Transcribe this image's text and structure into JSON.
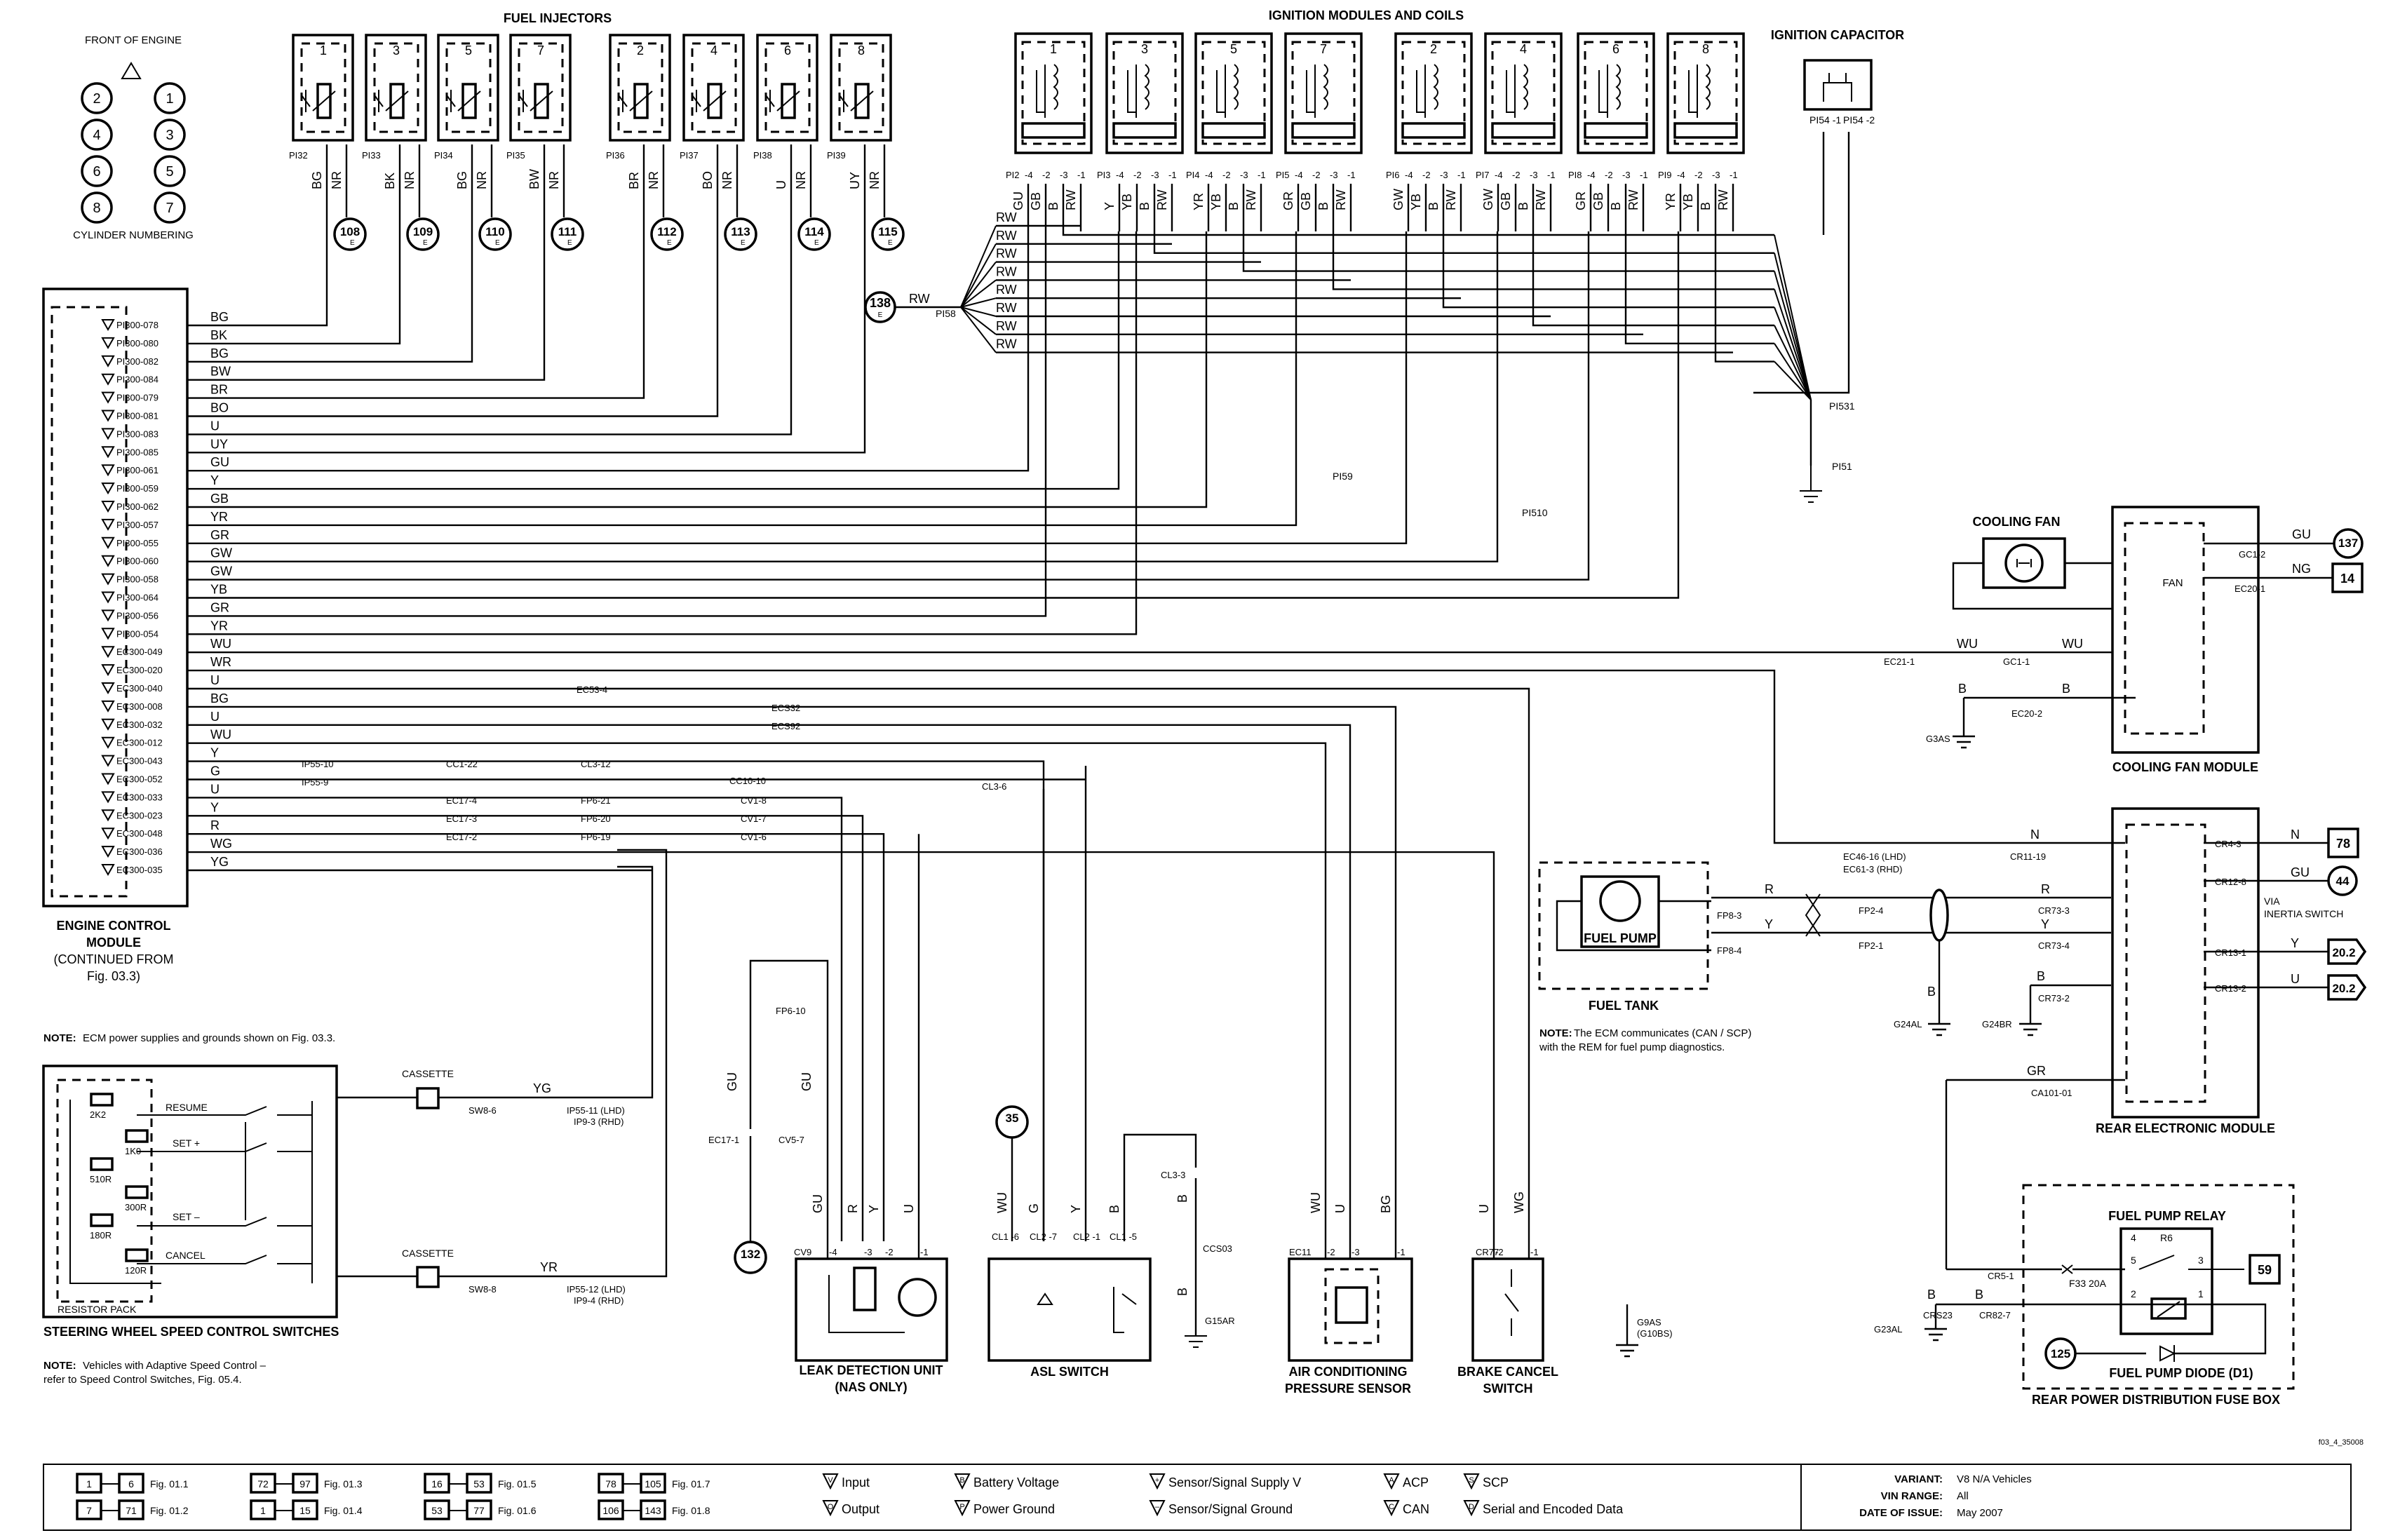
{
  "titles": {
    "front_of_engine": "FRONT OF ENGINE",
    "cylinder_numbering": "CYLINDER NUMBERING",
    "fuel_injectors": "FUEL INJECTORS",
    "ignition_modules": "IGNITION MODULES AND COILS",
    "ignition_capacitor": "IGNITION CAPACITOR",
    "ecm_l1": "ENGINE CONTROL",
    "ecm_l2": "MODULE",
    "ecm_l3": "(CONTINUED FROM",
    "ecm_l4": "Fig. 03.3)",
    "cooling_fan": "COOLING FAN",
    "cooling_fan_module": "COOLING FAN MODULE",
    "fan": "FAN",
    "fuel_pump": "FUEL PUMP",
    "fuel_tank": "FUEL TANK",
    "rear_electronic_module": "REAR ELECTRONIC MODULE",
    "fuel_pump_relay": "FUEL PUMP RELAY",
    "fuel_pump_diode": "FUEL PUMP DIODE (D1)",
    "rear_power_box": "REAR POWER DISTRIBUTION FUSE BOX",
    "steering_switches": "STEERING WHEEL SPEED CONTROL SWITCHES",
    "resistor_pack": "RESISTOR PACK",
    "cassette": "CASSETTE",
    "leak_l1": "LEAK DETECTION UNIT",
    "leak_l2": "(NAS ONLY)",
    "asl_switch": "ASL SWITCH",
    "ac_l1": "AIR CONDITIONING",
    "ac_l2": "PRESSURE SENSOR",
    "brake_l1": "BRAKE CANCEL",
    "brake_l2": "SWITCH",
    "via_inertia_l1": "VIA",
    "via_inertia_l2": "INERTIA SWITCH",
    "fig_code": "f03_4_35008"
  },
  "notes": {
    "note_label": "NOTE:",
    "ecm_power": "ECM power supplies and grounds shown on Fig. 03.3.",
    "asc_l1": "Vehicles with Adaptive Speed Control –",
    "asc_l2": "refer to Speed Control Switches, Fig. 05.4.",
    "can_l1": "The ECM communicates (CAN / SCP)",
    "can_l2": "with the REM for fuel pump diagnostics."
  },
  "cylinders": [
    [
      "2",
      "1"
    ],
    [
      "4",
      "3"
    ],
    [
      "6",
      "5"
    ],
    [
      "8",
      "7"
    ]
  ],
  "injectors": [
    {
      "num": "1",
      "pin": "PI32",
      "w1": "BG",
      "w2": "NR",
      "ref": "108"
    },
    {
      "num": "3",
      "pin": "PI33",
      "w1": "BK",
      "w2": "NR",
      "ref": "109"
    },
    {
      "num": "5",
      "pin": "PI34",
      "w1": "BG",
      "w2": "NR",
      "ref": "110"
    },
    {
      "num": "7",
      "pin": "PI35",
      "w1": "BW",
      "w2": "NR",
      "ref": "111"
    },
    {
      "num": "2",
      "pin": "PI36",
      "w1": "BR",
      "w2": "NR",
      "ref": "112"
    },
    {
      "num": "4",
      "pin": "PI37",
      "w1": "BO",
      "w2": "NR",
      "ref": "113"
    },
    {
      "num": "6",
      "pin": "PI38",
      "w1": "U",
      "w2": "NR",
      "ref": "114"
    },
    {
      "num": "8",
      "pin": "PI39",
      "w1": "UY",
      "w2": "NR",
      "ref": "115"
    }
  ],
  "coils": [
    {
      "num": "1",
      "pin": "PI2",
      "wires": [
        "GU",
        "GB",
        "B",
        "RW"
      ]
    },
    {
      "num": "3",
      "pin": "PI3",
      "wires": [
        "Y",
        "YB",
        "B",
        "RW"
      ]
    },
    {
      "num": "5",
      "pin": "PI4",
      "wires": [
        "YR",
        "YB",
        "B",
        "RW"
      ]
    },
    {
      "num": "7",
      "pin": "PI5",
      "wires": [
        "GR",
        "GB",
        "B",
        "RW"
      ]
    },
    {
      "num": "2",
      "pin": "PI6",
      "wires": [
        "GW",
        "YB",
        "B",
        "RW"
      ]
    },
    {
      "num": "4",
      "pin": "PI7",
      "wires": [
        "GW",
        "GB",
        "B",
        "RW"
      ]
    },
    {
      "num": "6",
      "pin": "PI8",
      "wires": [
        "GR",
        "GB",
        "B",
        "RW"
      ]
    },
    {
      "num": "8",
      "pin": "PI9",
      "wires": [
        "YR",
        "YB",
        "B",
        "RW"
      ]
    }
  ],
  "coil_pins": [
    "-4",
    "-2",
    "-3",
    "-1"
  ],
  "capacitor_pins": [
    "PI54 -1",
    "PI54 -2"
  ],
  "ecm_pins": [
    {
      "pin": "PI300-078",
      "wire": "BG"
    },
    {
      "pin": "PI300-080",
      "wire": "BK"
    },
    {
      "pin": "PI300-082",
      "wire": "BG"
    },
    {
      "pin": "PI300-084",
      "wire": "BW"
    },
    {
      "pin": "PI300-079",
      "wire": "BR"
    },
    {
      "pin": "PI300-081",
      "wire": "BO"
    },
    {
      "pin": "PI300-083",
      "wire": "U"
    },
    {
      "pin": "PI300-085",
      "wire": "UY"
    },
    {
      "pin": "PI300-061",
      "wire": "GU"
    },
    {
      "pin": "PI300-059",
      "wire": "Y"
    },
    {
      "pin": "PI300-062",
      "wire": "GB"
    },
    {
      "pin": "PI300-057",
      "wire": "YR"
    },
    {
      "pin": "PI300-055",
      "wire": "GR"
    },
    {
      "pin": "PI300-060",
      "wire": "GW"
    },
    {
      "pin": "PI300-058",
      "wire": "GW"
    },
    {
      "pin": "PI300-064",
      "wire": "YB"
    },
    {
      "pin": "PI300-056",
      "wire": "GR"
    },
    {
      "pin": "PI300-054",
      "wire": "YR"
    },
    {
      "pin": "EC300-049",
      "wire": "WU"
    },
    {
      "pin": "EC300-020",
      "wire": "WR"
    },
    {
      "pin": "EC300-040",
      "wire": "U"
    },
    {
      "pin": "EC300-008",
      "wire": "BG"
    },
    {
      "pin": "EC300-032",
      "wire": "U"
    },
    {
      "pin": "EC300-012",
      "wire": "WU"
    },
    {
      "pin": "EC300-043",
      "wire": "Y"
    },
    {
      "pin": "EC300-052",
      "wire": "G"
    },
    {
      "pin": "EC300-033",
      "wire": "U"
    },
    {
      "pin": "EC300-023",
      "wire": "Y"
    },
    {
      "pin": "EC300-048",
      "wire": "R"
    },
    {
      "pin": "EC300-036",
      "wire": "WG"
    },
    {
      "pin": "EC300-035",
      "wire": "YG"
    }
  ],
  "splices": {
    "rw_bus": "PI58",
    "rw_ref": "138",
    "b_bus": "PI531",
    "b_ground": "PI51",
    "pi59": "PI59",
    "pi510": "PI510"
  },
  "rw_label": "RW",
  "b_label": "B",
  "cooling": {
    "wu": "WU",
    "b": "B",
    "gu": "GU",
    "ng": "NG",
    "ec21": "EC21-1",
    "gc1": "GC1-1",
    "ec20_2": "EC20-2",
    "g3as": "G3AS",
    "gc1_2": "GC1-2",
    "ec20_1": "EC20-1",
    "ref137": "137",
    "ref14": "14"
  },
  "ecm_mid": {
    "ec53": "EC53-4",
    "ecs32": "ECS32",
    "ecs92": "ECS92",
    "ip55_10": "IP55-10",
    "ip55_9": "IP55-9",
    "cc1_22": "CC1-22",
    "cl3_12": "CL3-12",
    "cl3_6": "CL3-6",
    "cc10_10": "CC10-10",
    "ec17_4": "EC17-4",
    "ec17_3": "EC17-3",
    "ec17_2": "EC17-2",
    "fp6_21": "FP6-21",
    "fp6_20": "FP6-20",
    "fp6_19": "FP6-19",
    "cv1_8": "CV1-8",
    "cv1_7": "CV1-7",
    "cv1_6": "CV1-6"
  },
  "rem": {
    "ec46": "EC46-16 (LHD)",
    "ec61": "EC61-3 (RHD)",
    "cr11": "CR11-19",
    "n": "N",
    "cr4": "CR4-3",
    "cr12": "CR12-8",
    "cr13_1": "CR13-1",
    "cr13_2": "CR13-2",
    "cr73_3": "CR73-3",
    "cr73_4": "CR73-4",
    "cr73_2": "CR73-2",
    "ca101": "CA101-01",
    "ref78": "78",
    "ref44": "44",
    "ref20a": "20.2",
    "ref20b": "20.2",
    "gu": "GU",
    "y": "Y",
    "u": "U",
    "r": "R",
    "b": "B",
    "gr": "GR"
  },
  "fuel": {
    "fp8_3": "FP8-3",
    "fp8_4": "FP8-4",
    "fp2_4": "FP2-4",
    "fp2_1": "FP2-1",
    "g24al": "G24AL",
    "g24br": "G24BR",
    "r": "R",
    "y": "Y",
    "b": "B"
  },
  "relay": {
    "r6": "R6",
    "fuse": "F33 20A",
    "cr5": "CR5-1",
    "cr82": "CR82-7",
    "crs23": "CRS23",
    "g23al": "G23AL",
    "ref59": "59",
    "ref125": "125",
    "b": "B",
    "pins": [
      "4",
      "5",
      "3",
      "2",
      "1"
    ]
  },
  "steering": {
    "resume": "RESUME",
    "set_plus": "SET +",
    "set_minus": "SET –",
    "cancel": "CANCEL",
    "r1": "2K2",
    "r2": "1K0",
    "r3": "510R",
    "r4": "300R",
    "r5": "180R",
    "r6": "120R",
    "sw8_6": "SW8-6",
    "sw8_8": "SW8-8",
    "yg": "YG",
    "yr": "YR",
    "ip55_11": "IP55-11 (LHD)",
    "ip9_3": "IP9-3 (RHD)",
    "ip55_12": "IP55-12 (LHD)",
    "ip9_4": "IP9-4 (RHD)"
  },
  "components": {
    "fp6_10": "FP6-10",
    "cv5_7": "CV5-7",
    "ec17_1": "EC17-1",
    "ref132": "132",
    "cv9": "CV9",
    "leak_wires": [
      "GU",
      "R",
      "Y",
      "U"
    ],
    "leak_pins": [
      "-4",
      "-3",
      "-2",
      "-1"
    ],
    "ref35": "35",
    "cl1_6": "CL1 -6",
    "cl2_7": "CL2 -7",
    "cl2_1": "CL2 -1",
    "cl1_5": "CL1 -5",
    "asl_wires": [
      "WU",
      "G",
      "Y",
      "B"
    ],
    "cl3_3": "CL3-3",
    "ccs03": "CCS03",
    "g15ar": "G15AR",
    "ec11": "EC11",
    "ac_wires": [
      "WU",
      "U",
      "BG"
    ],
    "ac_pins": [
      "-2",
      "-3",
      "-1"
    ],
    "cr77": "CR77",
    "brake_wires": [
      "U",
      "WG"
    ],
    "brake_pins": [
      "-2",
      "-1"
    ],
    "g9as": "G9AS",
    "g10bs": "(G10BS)"
  },
  "legend": {
    "figs": [
      {
        "a": "1",
        "b": "6",
        "fig": "Fig. 01.1"
      },
      {
        "a": "7",
        "b": "71",
        "fig": "Fig. 01.2"
      },
      {
        "a": "72",
        "b": "97",
        "fig": "Fig. 01.3"
      },
      {
        "a": "1",
        "b": "15",
        "fig": "Fig. 01.4"
      },
      {
        "a": "16",
        "b": "53",
        "fig": "Fig. 01.5"
      },
      {
        "a": "53",
        "b": "77",
        "fig": "Fig. 01.6"
      },
      {
        "a": "78",
        "b": "105",
        "fig": "Fig. 01.7"
      },
      {
        "a": "106",
        "b": "143",
        "fig": "Fig. 01.8"
      }
    ],
    "input": "Input",
    "output": "Output",
    "battery": "Battery Voltage",
    "power_ground": "Power Ground",
    "sensor_supply": "Sensor/Signal Supply V",
    "sensor_ground": "Sensor/Signal Ground",
    "acp": "ACP",
    "can": "CAN",
    "scp": "SCP",
    "serial": "Serial and Encoded Data",
    "variant_label": "VARIANT:",
    "variant": "V8 N/A Vehicles",
    "vin_label": "VIN RANGE:",
    "vin": "All",
    "date_label": "DATE OF ISSUE:",
    "date": "May 2007"
  }
}
